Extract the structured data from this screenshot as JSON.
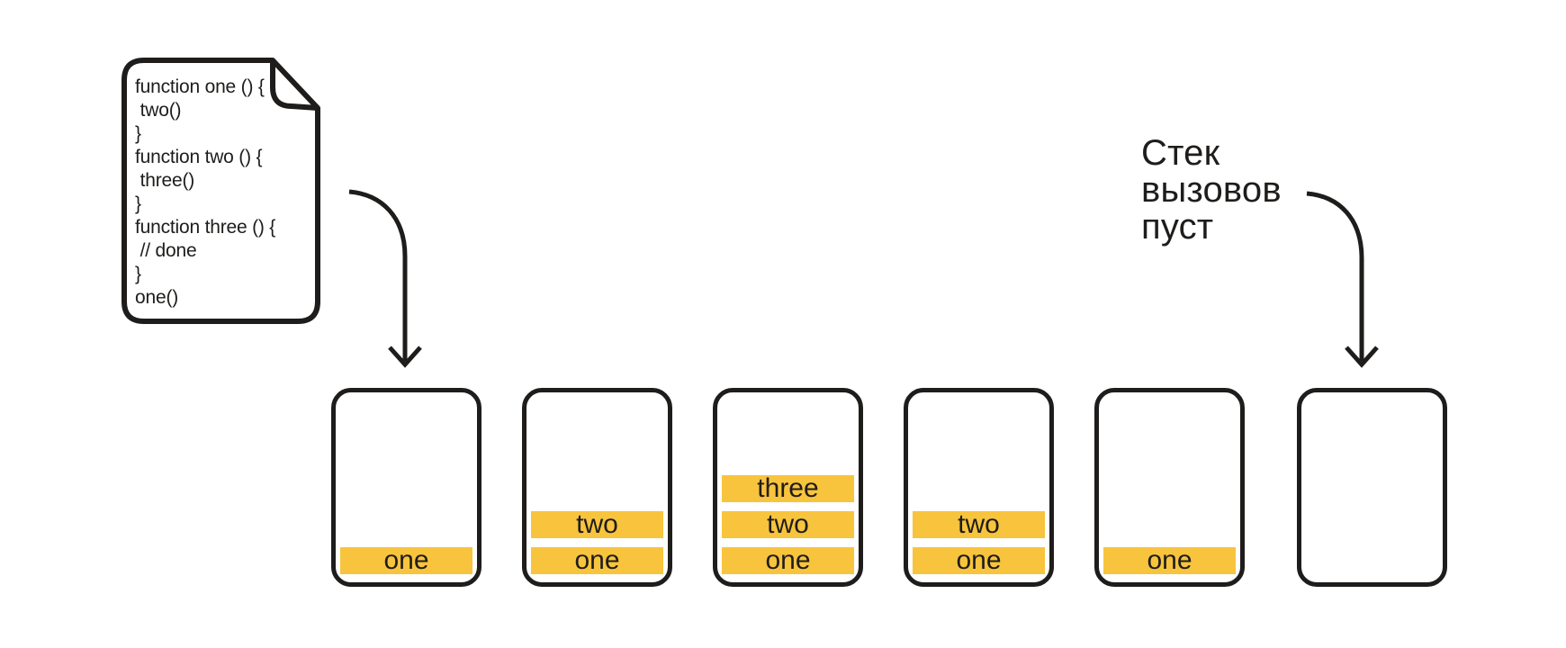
{
  "colors": {
    "ink": "#1f1d1b",
    "accent": "#f8c43d",
    "background": "#ffffff"
  },
  "code_card": {
    "lines": [
      "function one () {",
      " two()",
      "}",
      "function two () {",
      " three()",
      "}",
      "function three () {",
      " // done",
      "}",
      "one()"
    ]
  },
  "caption": {
    "lines": [
      "Стек",
      "вызовов",
      "пуст"
    ]
  },
  "stacks": [
    {
      "frames_top_to_bottom": [
        "one"
      ]
    },
    {
      "frames_top_to_bottom": [
        "two",
        "one"
      ]
    },
    {
      "frames_top_to_bottom": [
        "three",
        "two",
        "one"
      ]
    },
    {
      "frames_top_to_bottom": [
        "two",
        "one"
      ]
    },
    {
      "frames_top_to_bottom": [
        "one"
      ]
    },
    {
      "frames_top_to_bottom": []
    }
  ],
  "icons": {
    "code_document": "page-with-folded-corner",
    "left_arrow": "curved-down-arrow",
    "right_arrow": "curved-down-arrow"
  }
}
